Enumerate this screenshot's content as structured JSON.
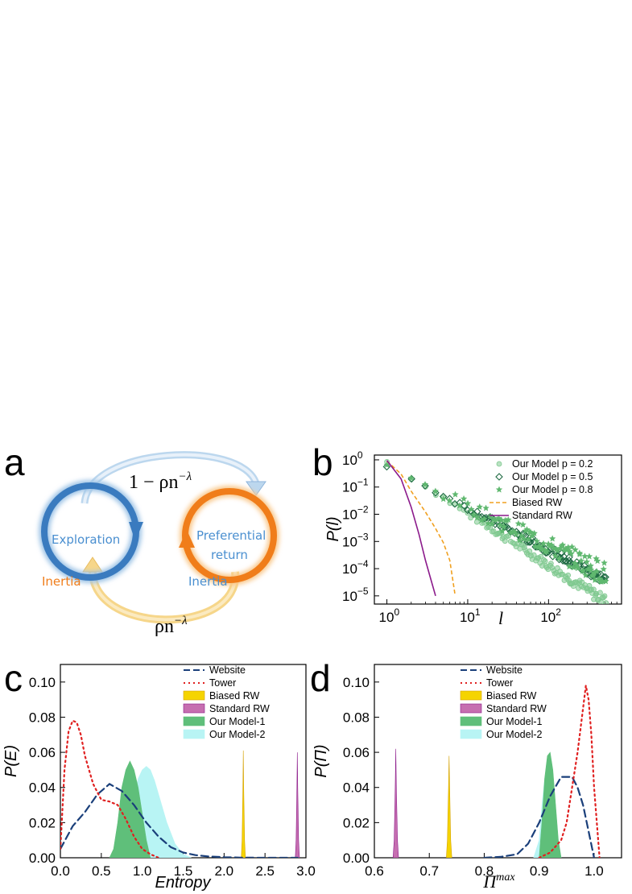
{
  "panels": {
    "a": "a",
    "b": "b",
    "c": "c",
    "d": "d"
  },
  "diagram": {
    "exploration_label": "Exploration",
    "preferential_label_1": "Preferential",
    "preferential_label_2": "return",
    "inertia_left": "Inertia",
    "inertia_right": "Inertia",
    "top_formula": "1 − ρn",
    "top_formula_exp": "−λ",
    "bottom_formula": "ρn",
    "bottom_formula_exp": "−λ",
    "colors": {
      "blue": "#3a7bbf",
      "orange": "#f07d1a",
      "light_blue": "#bcd7ee",
      "light_orange": "#f6d68a"
    }
  },
  "chart_data": [
    {
      "panel": "b",
      "type": "scatter",
      "xscale": "log",
      "yscale": "log",
      "xlim": [
        0.7,
        800
      ],
      "ylim": [
        5e-06,
        1.5
      ],
      "xlabel": "l",
      "ylabel": "P(l)",
      "x_ticks": [
        "10^0",
        "10^1",
        "10^2"
      ],
      "y_ticks": [
        "10^0",
        "10^-1",
        "10^-2",
        "10^-3",
        "10^-4",
        "10^-5"
      ],
      "legend_position": "top-right",
      "series": [
        {
          "name": "Our Model p = 0.2",
          "marker": "circle",
          "color": "#7fc98f",
          "alpha": 0.85,
          "beta": 0.9,
          "noise": 0.06,
          "floor": 5e-06
        },
        {
          "name": "Our Model p = 0.5",
          "marker": "diamond",
          "color": "#1f6b43",
          "alpha": 0.6,
          "beta": 0.55,
          "noise": 0.05,
          "floor": 1e-05
        },
        {
          "name": "Our Model p = 0.8",
          "marker": "star",
          "color": "#5fb86f",
          "alpha": 0.55,
          "beta": 0.45,
          "noise": 0.12,
          "floor": 2e-05
        },
        {
          "name": "Biased RW",
          "line": "dashed",
          "color": "#f0a020",
          "x": [
            1,
            1.5,
            2,
            3,
            4,
            5,
            6,
            7
          ],
          "y": [
            0.9,
            0.3,
            0.07,
            0.012,
            0.003,
            0.0009,
            0.0002,
            1e-05
          ]
        },
        {
          "name": "Standard RW",
          "line": "solid",
          "color": "#8b1a8b",
          "x": [
            1,
            1.5,
            2,
            2.5,
            3,
            3.5,
            4
          ],
          "y": [
            0.95,
            0.2,
            0.018,
            0.0018,
            0.0002,
            4e-05,
            1e-05
          ]
        }
      ]
    },
    {
      "panel": "c",
      "type": "area",
      "xlim": [
        0,
        3
      ],
      "ylim": [
        0,
        0.11
      ],
      "xlabel": "Entropy",
      "ylabel": "P(E)",
      "x_ticks": [
        "0.0",
        "0.5",
        "1.0",
        "1.5",
        "2.0",
        "2.5",
        "3.0"
      ],
      "y_ticks": [
        "0.00",
        "0.02",
        "0.04",
        "0.06",
        "0.08",
        "0.10"
      ],
      "legend_position": "top-right",
      "series": [
        {
          "name": "Website",
          "style": "dashed",
          "color": "#1a3f7a",
          "x": [
            0.0,
            0.15,
            0.3,
            0.45,
            0.6,
            0.75,
            0.9,
            1.05,
            1.2,
            1.35,
            1.5,
            1.65,
            1.8,
            2.0,
            2.2,
            2.5,
            2.9
          ],
          "y": [
            0.005,
            0.018,
            0.026,
            0.036,
            0.042,
            0.038,
            0.03,
            0.02,
            0.012,
            0.006,
            0.003,
            0.0015,
            0.0008,
            0.0003,
            0.0001,
            0.0,
            0.0
          ]
        },
        {
          "name": "Tower",
          "style": "dotted",
          "color": "#e02020",
          "x": [
            0.0,
            0.05,
            0.1,
            0.15,
            0.2,
            0.25,
            0.3,
            0.4,
            0.5,
            0.6,
            0.7,
            0.8,
            0.9,
            1.0,
            1.1,
            1.2
          ],
          "y": [
            0.005,
            0.05,
            0.072,
            0.078,
            0.077,
            0.07,
            0.058,
            0.042,
            0.033,
            0.032,
            0.03,
            0.022,
            0.012,
            0.005,
            0.002,
            0.0
          ]
        },
        {
          "name": "Biased RW",
          "style": "fill",
          "color": "#f5d400",
          "edge": "#d4a000",
          "x": [
            2.21,
            2.22,
            2.23,
            2.235,
            2.24,
            2.25,
            2.26
          ],
          "y": [
            0,
            0.01,
            0.04,
            0.061,
            0.04,
            0.01,
            0
          ]
        },
        {
          "name": "Standard RW",
          "style": "fill",
          "color": "#c66fb0",
          "edge": "#8b1a8b",
          "x": [
            2.87,
            2.88,
            2.89,
            2.895,
            2.9,
            2.91,
            2.92
          ],
          "y": [
            0,
            0.01,
            0.04,
            0.06,
            0.04,
            0.01,
            0
          ]
        },
        {
          "name": "Our Model-1",
          "style": "fill",
          "color": "#5fbf7a",
          "x": [
            0.6,
            0.65,
            0.7,
            0.75,
            0.8,
            0.85,
            0.9,
            0.95,
            1.0,
            1.05,
            1.1
          ],
          "y": [
            0,
            0.005,
            0.02,
            0.04,
            0.05,
            0.055,
            0.05,
            0.04,
            0.025,
            0.01,
            0
          ]
        },
        {
          "name": "Our Model-2",
          "style": "fill",
          "color": "#b8f4f4",
          "x": [
            0.7,
            0.8,
            0.9,
            0.95,
            1.0,
            1.05,
            1.1,
            1.15,
            1.2,
            1.3,
            1.4,
            1.5,
            1.6
          ],
          "y": [
            0,
            0.015,
            0.035,
            0.045,
            0.05,
            0.052,
            0.05,
            0.044,
            0.036,
            0.02,
            0.008,
            0.002,
            0
          ]
        }
      ]
    },
    {
      "panel": "d",
      "type": "area",
      "xlim": [
        0.6,
        1.05
      ],
      "ylim": [
        0,
        0.11
      ],
      "xlabel": "Π^max",
      "ylabel": "P(Π)",
      "x_ticks": [
        "0.6",
        "0.7",
        "0.8",
        "0.9",
        "1.0"
      ],
      "y_ticks": [
        "0.00",
        "0.02",
        "0.04",
        "0.06",
        "0.08",
        "0.10"
      ],
      "legend_position": "top-left",
      "series": [
        {
          "name": "Website",
          "style": "dashed",
          "color": "#1a3f7a",
          "x": [
            0.8,
            0.83,
            0.86,
            0.88,
            0.9,
            0.92,
            0.94,
            0.96,
            0.97,
            0.98,
            0.99,
            1.0
          ],
          "y": [
            0.0,
            0.0005,
            0.002,
            0.008,
            0.02,
            0.035,
            0.046,
            0.046,
            0.04,
            0.03,
            0.015,
            0.0
          ]
        },
        {
          "name": "Tower",
          "style": "dotted",
          "color": "#e02020",
          "x": [
            0.9,
            0.92,
            0.94,
            0.95,
            0.96,
            0.97,
            0.98,
            0.985,
            0.99,
            0.995,
            1.0,
            1.01
          ],
          "y": [
            0.0,
            0.003,
            0.01,
            0.02,
            0.04,
            0.06,
            0.085,
            0.098,
            0.09,
            0.07,
            0.04,
            0.0
          ]
        },
        {
          "name": "Biased RW",
          "style": "fill",
          "color": "#f5d400",
          "edge": "#d4a000",
          "x": [
            0.731,
            0.733,
            0.735,
            0.736,
            0.737,
            0.739,
            0.741
          ],
          "y": [
            0,
            0.01,
            0.04,
            0.058,
            0.04,
            0.01,
            0
          ]
        },
        {
          "name": "Standard RW",
          "style": "fill",
          "color": "#c66fb0",
          "edge": "#8b1a8b",
          "x": [
            0.634,
            0.636,
            0.638,
            0.639,
            0.64,
            0.642,
            0.644
          ],
          "y": [
            0,
            0.01,
            0.04,
            0.062,
            0.04,
            0.01,
            0
          ]
        },
        {
          "name": "Our Model-1",
          "style": "fill",
          "color": "#5fbf7a",
          "x": [
            0.9,
            0.905,
            0.91,
            0.915,
            0.92,
            0.925,
            0.93,
            0.935,
            0.94
          ],
          "y": [
            0,
            0.02,
            0.045,
            0.058,
            0.06,
            0.05,
            0.03,
            0.01,
            0
          ]
        },
        {
          "name": "Our Model-2",
          "style": "fill",
          "color": "#b8f4f4",
          "x": [
            0.89,
            0.9,
            0.905,
            0.91,
            0.915,
            0.92,
            0.93,
            0.94
          ],
          "y": [
            0,
            0.01,
            0.03,
            0.045,
            0.05,
            0.045,
            0.02,
            0
          ]
        }
      ]
    }
  ]
}
